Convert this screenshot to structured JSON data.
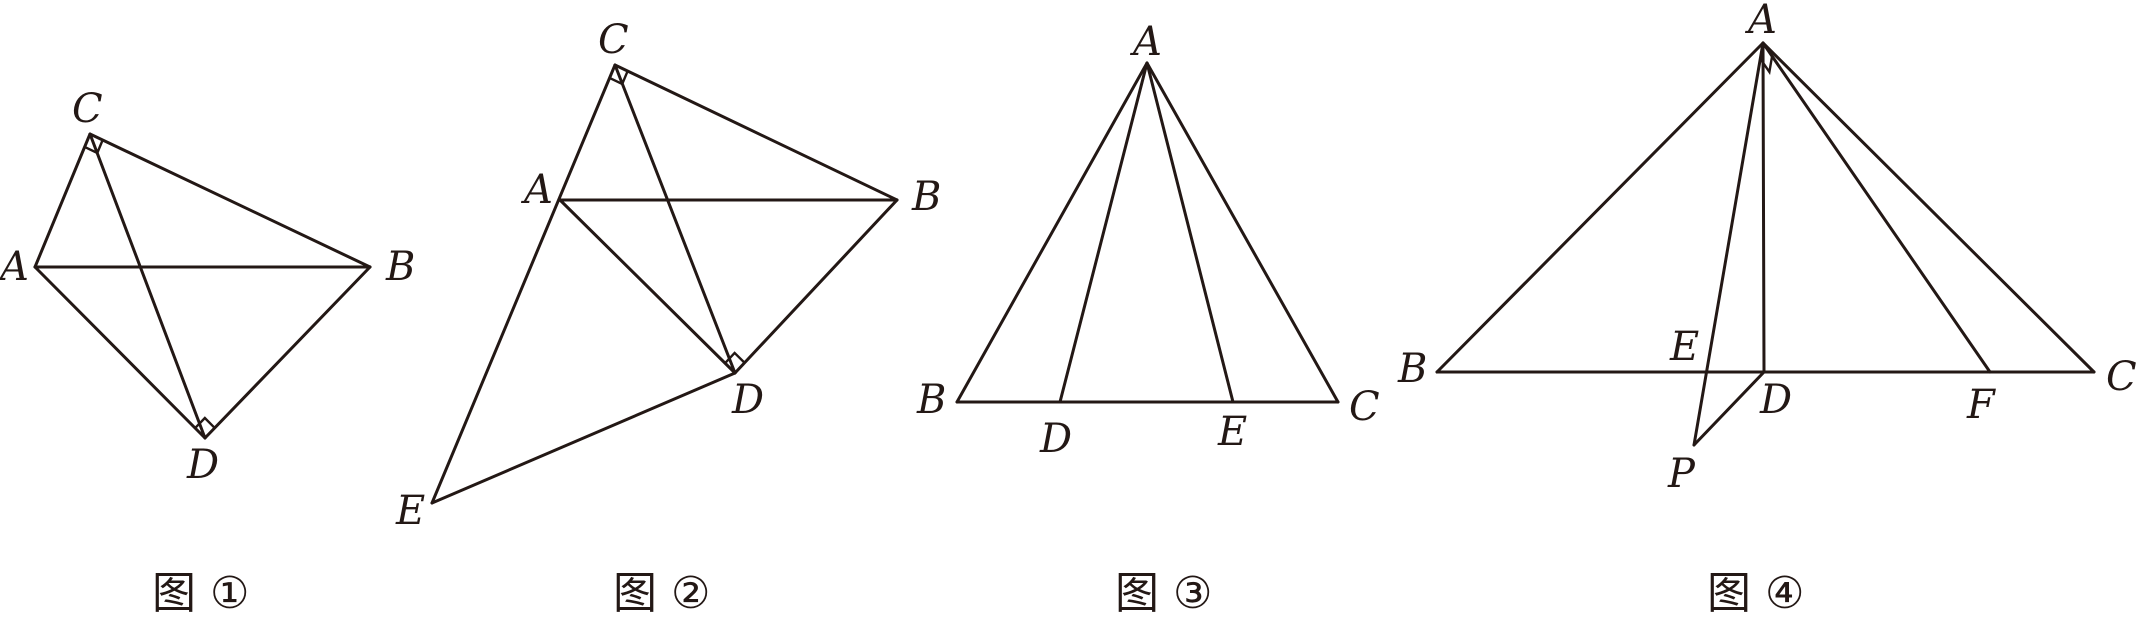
{
  "figures": [
    {
      "id": "fig1",
      "caption": "图 ①",
      "points": [
        "A",
        "B",
        "C",
        "D"
      ],
      "segments": [
        [
          "A",
          "C"
        ],
        [
          "C",
          "B"
        ],
        [
          "A",
          "B"
        ],
        [
          "A",
          "D"
        ],
        [
          "B",
          "D"
        ],
        [
          "C",
          "D"
        ]
      ],
      "right_angles": [
        "C",
        "D"
      ]
    },
    {
      "id": "fig2",
      "caption": "图 ②",
      "points": [
        "A",
        "B",
        "C",
        "D",
        "E"
      ],
      "segments": [
        [
          "C",
          "E"
        ],
        [
          "C",
          "B"
        ],
        [
          "A",
          "B"
        ],
        [
          "A",
          "D"
        ],
        [
          "B",
          "D"
        ],
        [
          "C",
          "D"
        ],
        [
          "E",
          "D"
        ]
      ],
      "right_angles": [
        "C",
        "D"
      ]
    },
    {
      "id": "fig3",
      "caption": "图 ③",
      "points": [
        "A",
        "B",
        "C",
        "D",
        "E"
      ],
      "segments": [
        [
          "A",
          "B"
        ],
        [
          "A",
          "C"
        ],
        [
          "B",
          "C"
        ],
        [
          "A",
          "D"
        ],
        [
          "A",
          "E"
        ]
      ],
      "right_angles": []
    },
    {
      "id": "fig4",
      "caption": "图 ④",
      "points": [
        "A",
        "B",
        "C",
        "D",
        "E",
        "F",
        "P"
      ],
      "segments": [
        [
          "A",
          "B"
        ],
        [
          "A",
          "C"
        ],
        [
          "B",
          "C"
        ],
        [
          "A",
          "D"
        ],
        [
          "A",
          "F"
        ],
        [
          "A",
          "P"
        ],
        [
          "P",
          "D"
        ]
      ],
      "right_angles": [
        "A"
      ]
    }
  ]
}
